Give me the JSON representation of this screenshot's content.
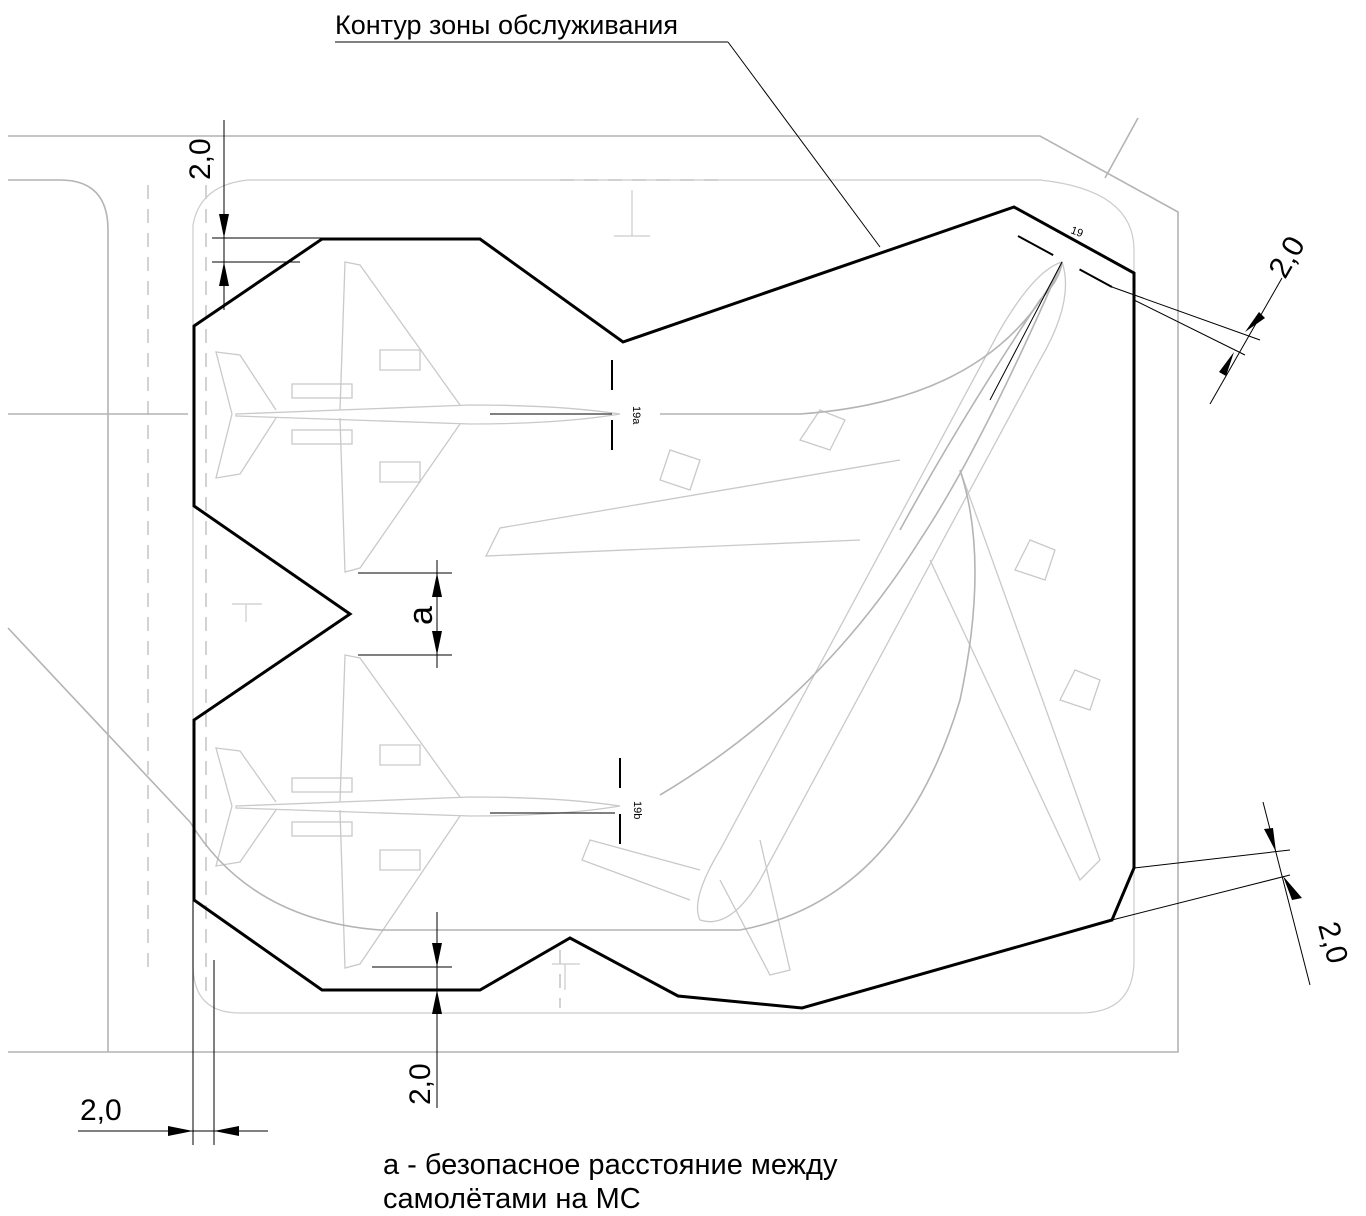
{
  "labels": {
    "contour_title": "Контур зоны обслуживания",
    "gap_symbol": "a",
    "dim_top_left": "2,0",
    "dim_top_right": "2,0",
    "dim_bottom_right": "2,0",
    "dim_bottom_center": "2,0",
    "dim_bottom_left": "2,0",
    "stand_19": "19",
    "stand_19a": "19a",
    "stand_19b": "19b"
  },
  "legend": {
    "line1": "а - безопасное расстояние между",
    "line2": "самолётами на МС"
  }
}
